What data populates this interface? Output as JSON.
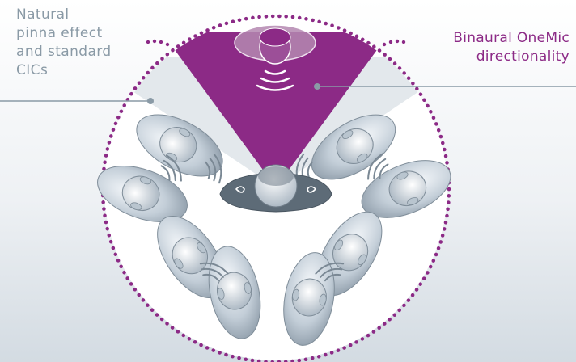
{
  "labels": {
    "left": [
      "Natural",
      "pinna effect",
      "and standard",
      "CICs"
    ],
    "right": [
      "Binaural OneMic",
      "directionality"
    ]
  },
  "colors": {
    "left_text": "#8a9aa6",
    "right_text": "#8c2a86",
    "beam": "#8c2a86",
    "cone_light": "#e3e8ec",
    "dots": "#8c2a86",
    "figure_fill": "#aab8c4",
    "figure_dark": "#5d6b77"
  },
  "icons": [
    "listener-figure",
    "talker-figure",
    "sound-wave-icon"
  ]
}
